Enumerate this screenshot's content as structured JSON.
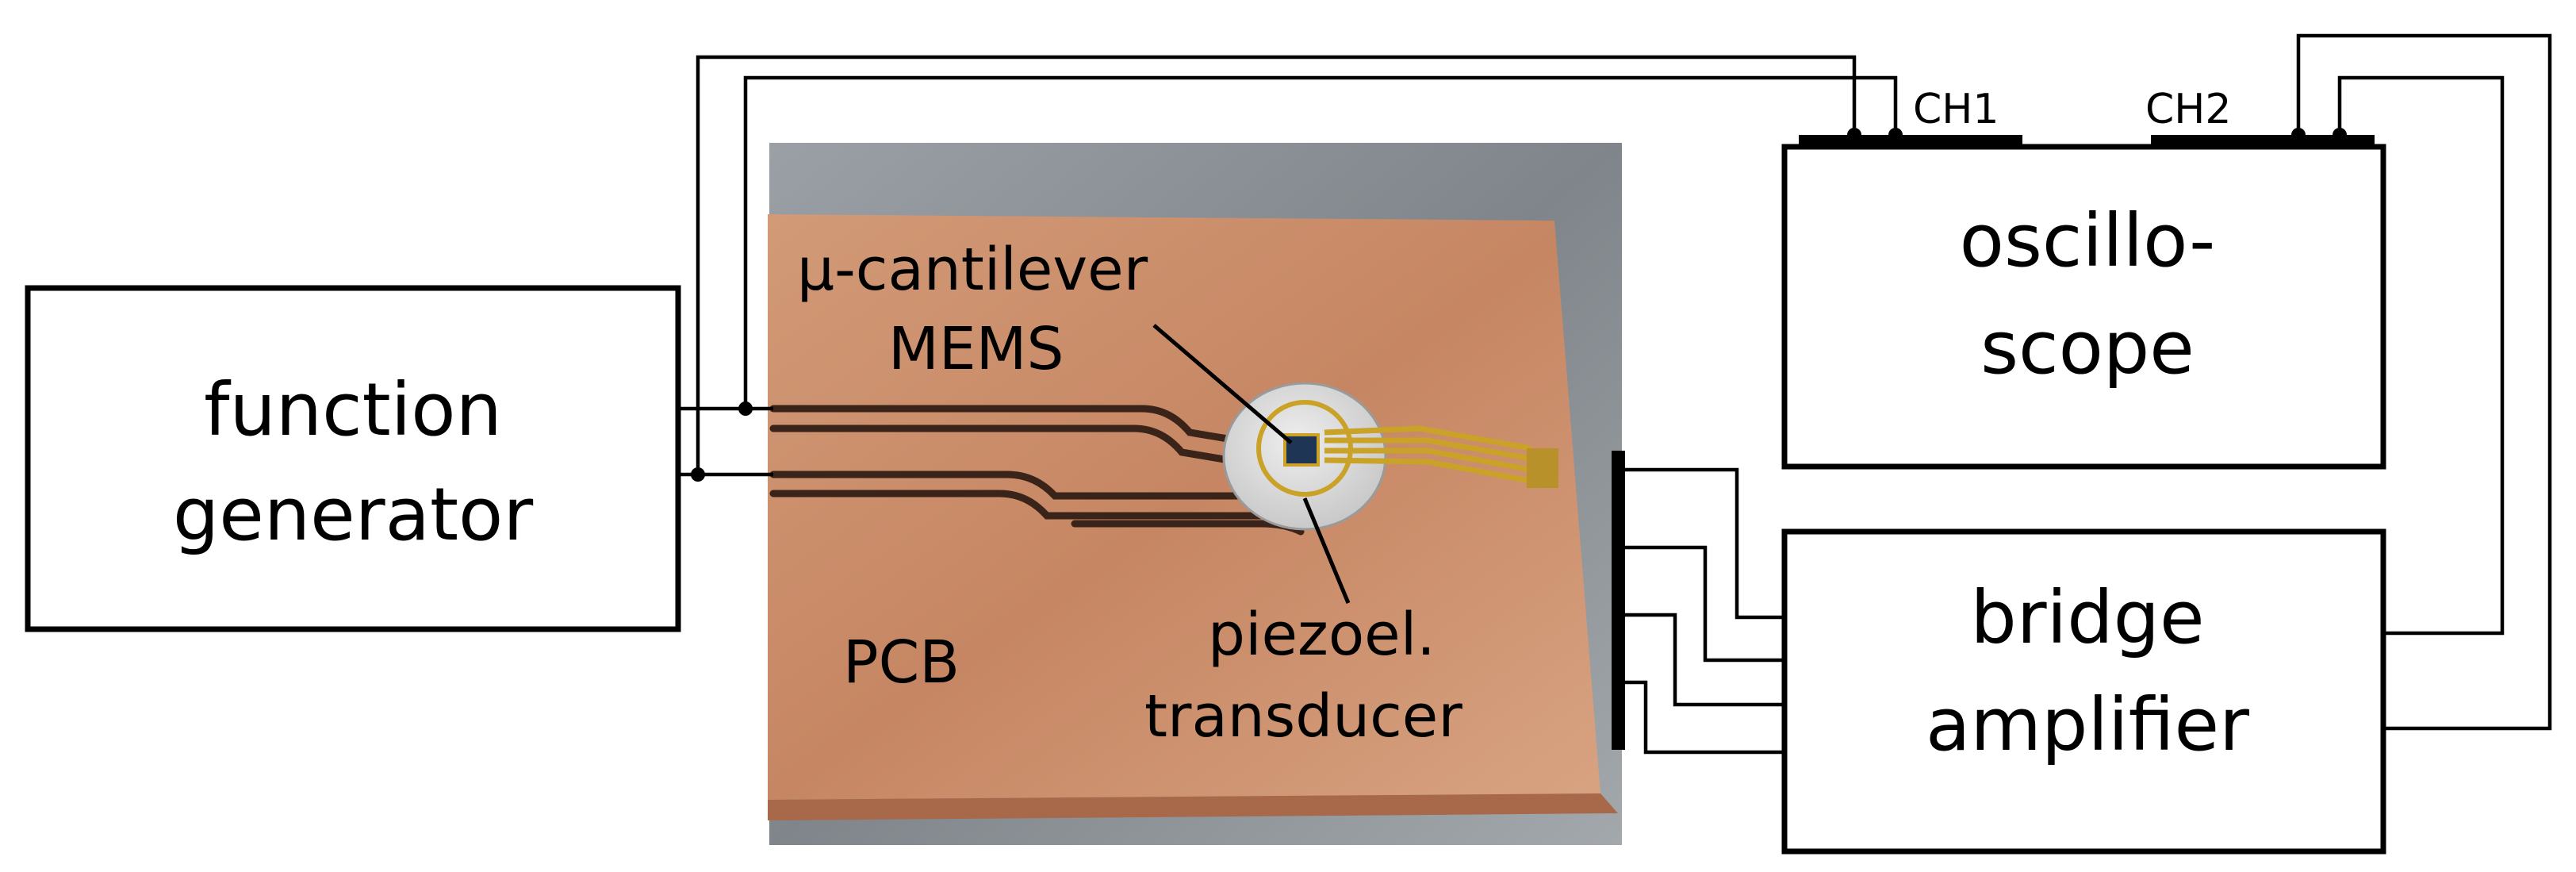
{
  "boxes": {
    "function_generator": [
      "function",
      "generator"
    ],
    "oscilloscope": [
      "oscillo-",
      "scope"
    ],
    "bridge_amplifier": [
      "bridge",
      "amplifier"
    ]
  },
  "channels": {
    "ch1": "CH1",
    "ch2": "CH2"
  },
  "photo_labels": {
    "mems": [
      "µ-cantilever",
      "MEMS"
    ],
    "pcb": "PCB",
    "transducer": [
      "piezoel.",
      "transducer"
    ]
  },
  "colors": {
    "copper": "#c78a66",
    "copper_light": "#d9a27f",
    "trace_dark": "#3a2318",
    "gold": "#c9a227",
    "background_metal": "#8a8f94",
    "disk": "#dcdcdc",
    "chip": "#1f3556"
  }
}
